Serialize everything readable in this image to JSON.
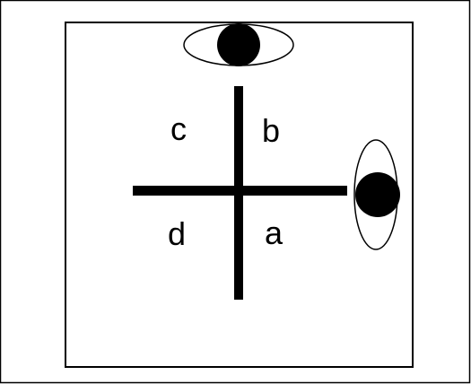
{
  "diagram": {
    "quadrant_labels": {
      "a": "a",
      "b": "b",
      "c": "c",
      "d": "d"
    },
    "colors": {
      "background": "#ffffff",
      "stroke": "#000000",
      "fill": "#000000"
    },
    "icons": {
      "top_observer": "eye-icon",
      "right_observer": "eye-icon"
    }
  }
}
